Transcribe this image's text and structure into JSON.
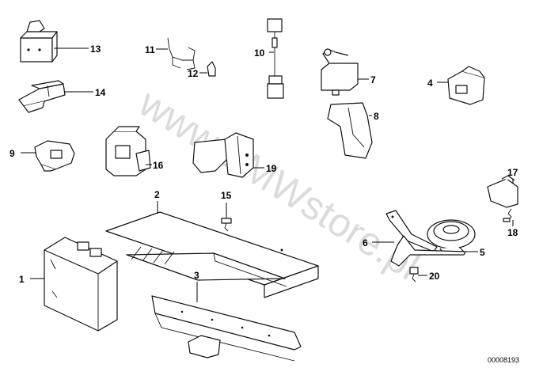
{
  "watermark": "www.BMWstore.pl",
  "diagram_code": "00008193",
  "callouts": [
    "1",
    "2",
    "3",
    "4",
    "5",
    "6",
    "7",
    "8",
    "9",
    "10",
    "11",
    "12",
    "13",
    "14",
    "15",
    "16",
    "17",
    "18",
    "19",
    "20"
  ]
}
